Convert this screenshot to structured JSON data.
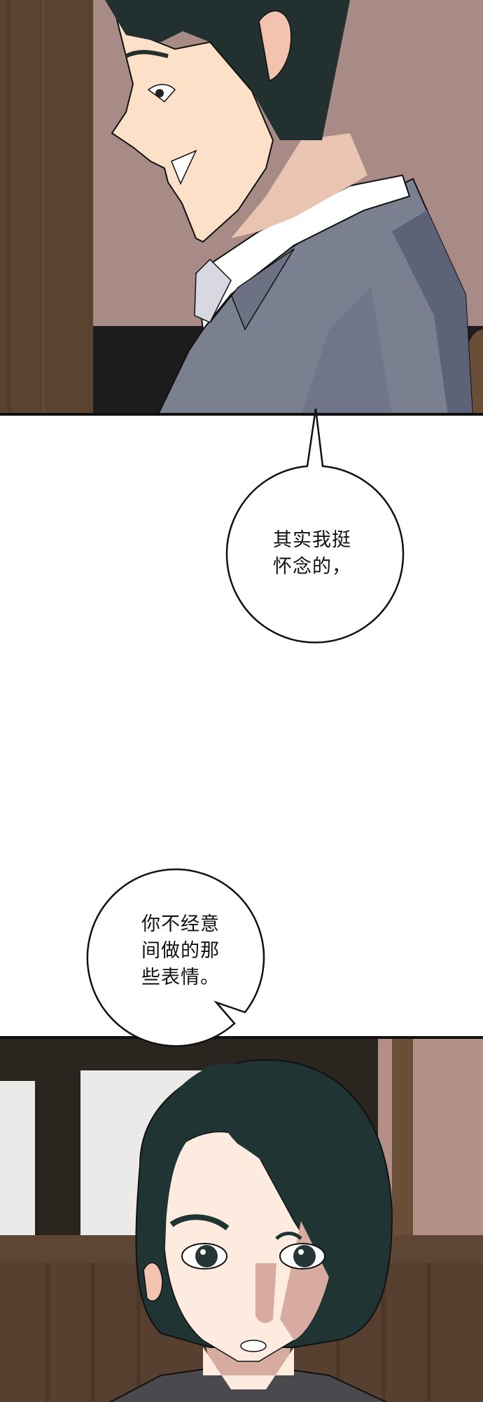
{
  "page": {
    "type": "webtoon-page",
    "background_color": "#ffffff",
    "border_color": "#111111"
  },
  "panels": [
    {
      "id": "panel-1",
      "description": "Side profile of a smiling man with dark green-black hair in a grey suit and white shirt, looking down",
      "colors": {
        "wall": "#a88a86",
        "wood_pillar": "#5a4330",
        "dark_furniture": "#1d1d1d",
        "hair": "#22302f",
        "skin": "#fde0c8",
        "suit": "#7a8090",
        "suit_shadow": "#5d6377",
        "shirt": "#ffffff"
      }
    },
    {
      "id": "panel-2",
      "description": "Front view of a surprised woman with short bob dark green-black hair in a dark blazer, wooden wall background",
      "colors": {
        "wall_wood": "#57402f",
        "window": "#eceae8",
        "window_frame": "#2a261f",
        "pink_wall": "#b48f88",
        "hair": "#1f3433",
        "skin": "#fdebe0",
        "skin_shadow": "#d7aba0",
        "blazer": "#4a4a4e"
      }
    }
  ],
  "speech_bubbles": [
    {
      "id": "bubble-1",
      "speaker": "man",
      "lines": [
        "其实我挺",
        "怀念的，"
      ],
      "text": "其实我挺\n怀念的，"
    },
    {
      "id": "bubble-2",
      "speaker": "man",
      "lines": [
        "你不经意",
        "间做的那",
        "些表情。"
      ],
      "text": "你不经意\n间做的那\n些表情。"
    }
  ]
}
